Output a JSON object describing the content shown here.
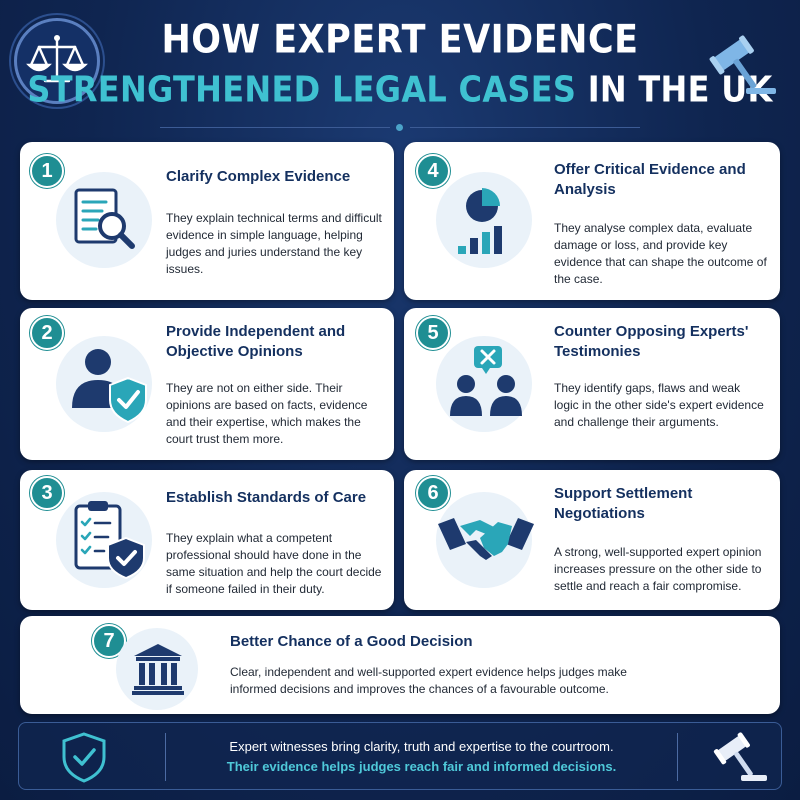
{
  "header": {
    "title_line1": "HOW EXPERT EVIDENCE",
    "title_line2_accent": "STRENGTHENED LEGAL CASES",
    "title_line2_plain": " IN THE UK"
  },
  "colors": {
    "background": "#0f2550",
    "accent_teal": "#3fc1d1",
    "number_badge": "#1f8e93",
    "card_title": "#14305f",
    "icon_navy": "#1e3a6e"
  },
  "cards": [
    {
      "number": "1",
      "title": "Clarify Complex Evidence",
      "text": "They explain technical terms and difficult evidence in simple language, helping judges and juries understand the key issues.",
      "icon": "document-magnifier-icon"
    },
    {
      "number": "2",
      "title": "Provide Independent and Objective Opinions",
      "text": "They are not on either side. Their opinions are based on facts, evidence and their expertise, which makes the court trust them more.",
      "icon": "person-shield-icon"
    },
    {
      "number": "3",
      "title": "Establish Standards of Care",
      "text": "They explain what a competent professional should have done in the same situation and help the court decide if someone failed in their duty.",
      "icon": "checklist-shield-icon"
    },
    {
      "number": "4",
      "title": "Offer Critical Evidence and Analysis",
      "text": "They analyse complex data, evaluate damage or loss, and provide key evidence that can shape the outcome of the case.",
      "icon": "pie-bar-chart-icon"
    },
    {
      "number": "5",
      "title": "Counter Opposing Experts' Testimonies",
      "text": "They identify gaps, flaws and weak logic in the other side's expert evidence and challenge their arguments.",
      "icon": "people-dispute-icon"
    },
    {
      "number": "6",
      "title": "Support Settlement Negotiations",
      "text": "A strong, well-supported expert opinion increases pressure on the other side to settle and reach a fair compromise.",
      "icon": "handshake-icon"
    },
    {
      "number": "7",
      "title": "Better Chance of a Good Decision",
      "text": "Clear, independent and well-supported expert evidence helps judges make informed decisions and improves the chances of a favourable outcome.",
      "icon": "courthouse-icon"
    }
  ],
  "footer": {
    "line1": "Expert witnesses bring clarity, truth and expertise to the courtroom.",
    "line2": "Their evidence helps judges reach fair and informed decisions."
  }
}
